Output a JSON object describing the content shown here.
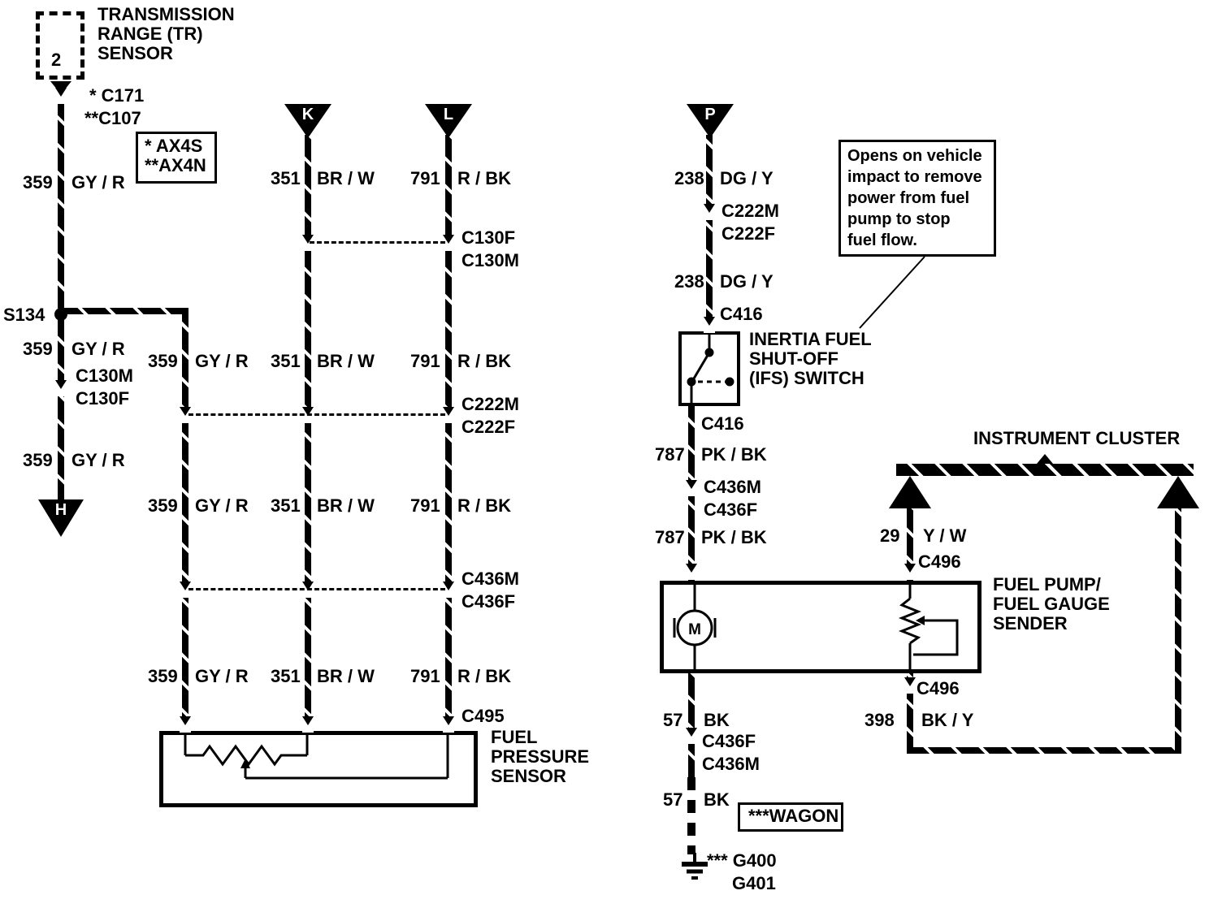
{
  "terminals": {
    "pin2": "2",
    "k": "K",
    "l": "L",
    "p": "P",
    "h": "H"
  },
  "components": {
    "tr_sensor": {
      "lines": [
        "TRANSMISSION",
        "RANGE (TR)",
        "SENSOR"
      ]
    },
    "trans_types": {
      "line1": "* AX4S",
      "line2": "**AX4N"
    },
    "fuel_pressure_sensor": {
      "lines": [
        "FUEL",
        "PRESSURE",
        "SENSOR"
      ]
    },
    "ifs_switch": {
      "lines": [
        "INERTIA FUEL",
        "SHUT-OFF",
        "(IFS) SWITCH"
      ]
    },
    "instrument_cluster": {
      "label": "INSTRUMENT CLUSTER"
    },
    "fuel_pump": {
      "lines": [
        "FUEL PUMP/",
        "FUEL GAUGE",
        "SENDER"
      ],
      "motor_letter": "M"
    },
    "wagon_note": "***WAGON",
    "grounds": {
      "g400": "*** G400",
      "g401": "G401"
    },
    "callout": {
      "lines": [
        "Opens on vehicle",
        "impact to remove",
        "power from fuel",
        "pump to stop",
        "fuel flow."
      ]
    }
  },
  "wires": {
    "w359": {
      "circuit": "359",
      "color": "GY / R"
    },
    "w351": {
      "circuit": "351",
      "color": "BR / W"
    },
    "w791": {
      "circuit": "791",
      "color": "R / BK"
    },
    "w238": {
      "circuit": "238",
      "color": "DG / Y"
    },
    "w787": {
      "circuit": "787",
      "color": "PK / BK"
    },
    "w29": {
      "circuit": "29",
      "color": "Y / W"
    },
    "w57": {
      "circuit": "57",
      "color": "BK"
    },
    "w398": {
      "circuit": "398",
      "color": "BK / Y"
    }
  },
  "connectors": {
    "c171": "* C171",
    "c107": "**C107",
    "s134": "S134",
    "c130m": "C130M",
    "c130f": "C130F",
    "c222m": "C222M",
    "c222f": "C222F",
    "c436m": "C436M",
    "c436f": "C436F",
    "c495": "C495",
    "c416": "C416",
    "c496": "C496"
  }
}
